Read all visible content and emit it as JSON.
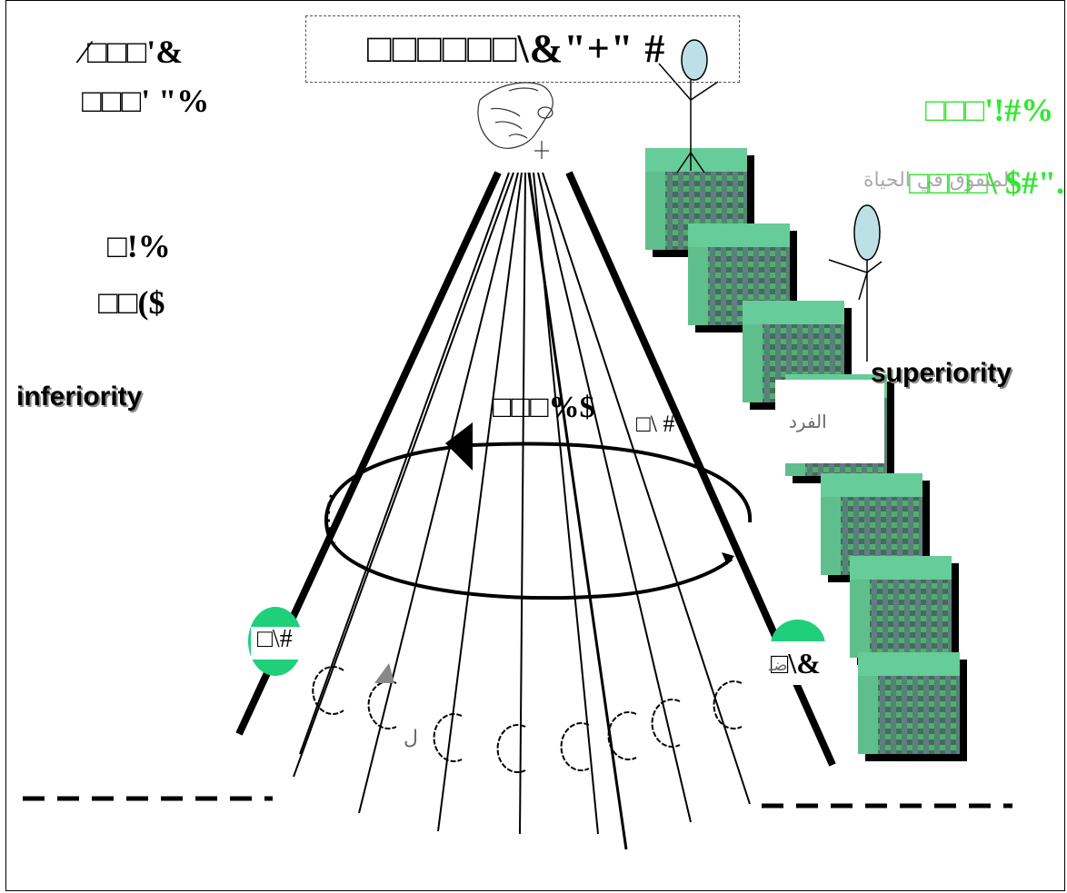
{
  "title": "□□□□□□\\&\"+\" #",
  "left_labels": {
    "top_line1": "⁄□□□'&",
    "top_line2": "□□□' \"%",
    "mid_line1": "□!%",
    "mid_line2": "□□($",
    "inferiority": "inferiority"
  },
  "right_labels": {
    "green_line1": "□□□'!#%",
    "green_line2": "□□□□\\ $#\".\"",
    "green_ghost": "المتفوق في الحياة",
    "superiority": "superiority",
    "box_ghost": "الفرد"
  },
  "center_labels": {
    "cycle": "□□□%$",
    "cycle_small": "□\\ #"
  },
  "ball_labels": {
    "left": "□\\#",
    "right": "□\\&",
    "right_ghost": "ضـ",
    "left_ghost": "ل"
  },
  "colors": {
    "green_text": "#2ee82e",
    "ball_green": "#1fcf7a",
    "block_green": "#66cc99",
    "head_fill": "#bde0e6"
  },
  "icons": [
    "hand-icon",
    "stick-figure-icon",
    "stair-block-icon",
    "pendulum-ball-icon",
    "cycle-arrow-icon"
  ]
}
